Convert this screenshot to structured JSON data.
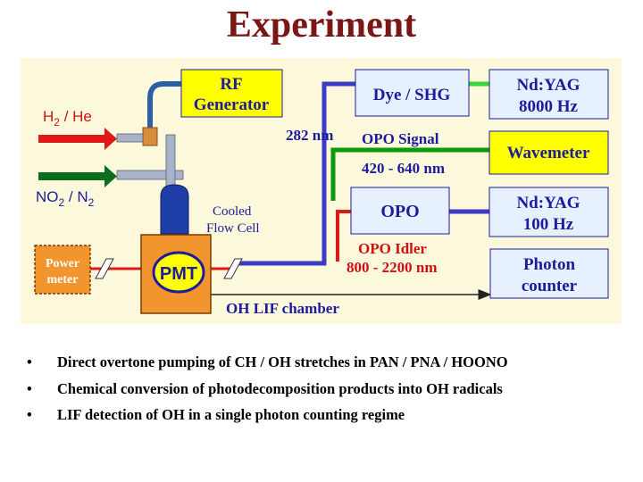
{
  "title": "Experiment",
  "diagram": {
    "rf_generator": [
      "RF",
      "Generator"
    ],
    "dye_shg": "Dye / SHG",
    "ndyag_top": [
      "Nd:YAG",
      "8000 Hz"
    ],
    "wavemeter": "Wavemeter",
    "opo": "OPO",
    "ndyag_bottom": [
      "Nd:YAG",
      "100 Hz"
    ],
    "photon_counter": [
      "Photon",
      "counter"
    ],
    "power_meter": [
      "Power",
      "meter"
    ],
    "pmt": "PMT",
    "uv_wavelength": "282 nm",
    "opo_signal": "OPO Signal",
    "signal_range": "420 - 640 nm",
    "opo_idler": "OPO Idler",
    "idler_range": "800 - 2200 nm",
    "cooled_flow_cell": [
      "Cooled",
      "Flow Cell"
    ],
    "chamber": "OH LIF chamber",
    "gas1": {
      "a": "H",
      "sub": "2",
      "b": " / He"
    },
    "gas2": {
      "a": "NO",
      "sub1": "2",
      "b": " / N",
      "sub2": "2"
    }
  },
  "bullets": [
    "Direct overtone pumping of CH / OH stretches in PAN / PNA / HOONO",
    "Chemical conversion of photodecomposition products into OH radicals",
    "LIF detection of OH in a single photon counting regime"
  ],
  "bullet_marker": "•",
  "colors": {
    "title": "#7a1616",
    "box_yellow": "#ffff00",
    "box_light": "#e6f0ff",
    "box_label": "#1c1c9c",
    "uv_beam": "#3b3bc6",
    "signal_beam": "#0a9a0a",
    "idler_beam": "#e01818",
    "chamber_orange": "#f2952e",
    "background": "#fbf8dc"
  }
}
